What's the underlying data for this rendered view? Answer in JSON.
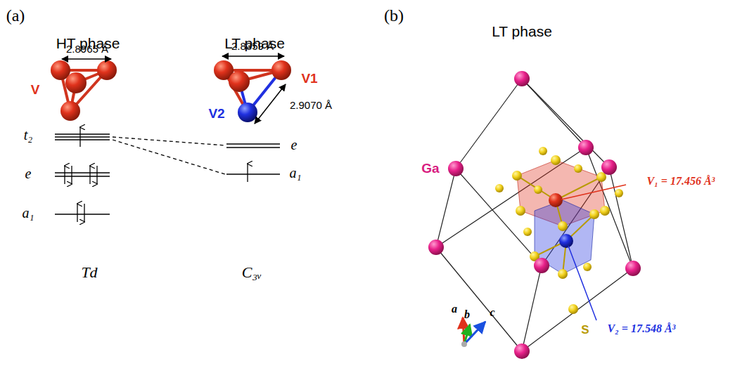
{
  "diagram": {
    "labels": [
      "(a)",
      "(b)",
      "HT phase",
      "LT phase",
      "LT phase",
      "2.8965 Å",
      "V",
      "2.8359 Å",
      "V1",
      "V2",
      "2.9070 Å",
      "t₂",
      "e",
      "a₁",
      "e",
      "a₁",
      "Td",
      "C₃ᵥ",
      "Ga",
      "V₁ = 17.456 Å³",
      "V₂ = 17.548 Å³",
      "S",
      "a",
      "b",
      "c"
    ]
  }
}
